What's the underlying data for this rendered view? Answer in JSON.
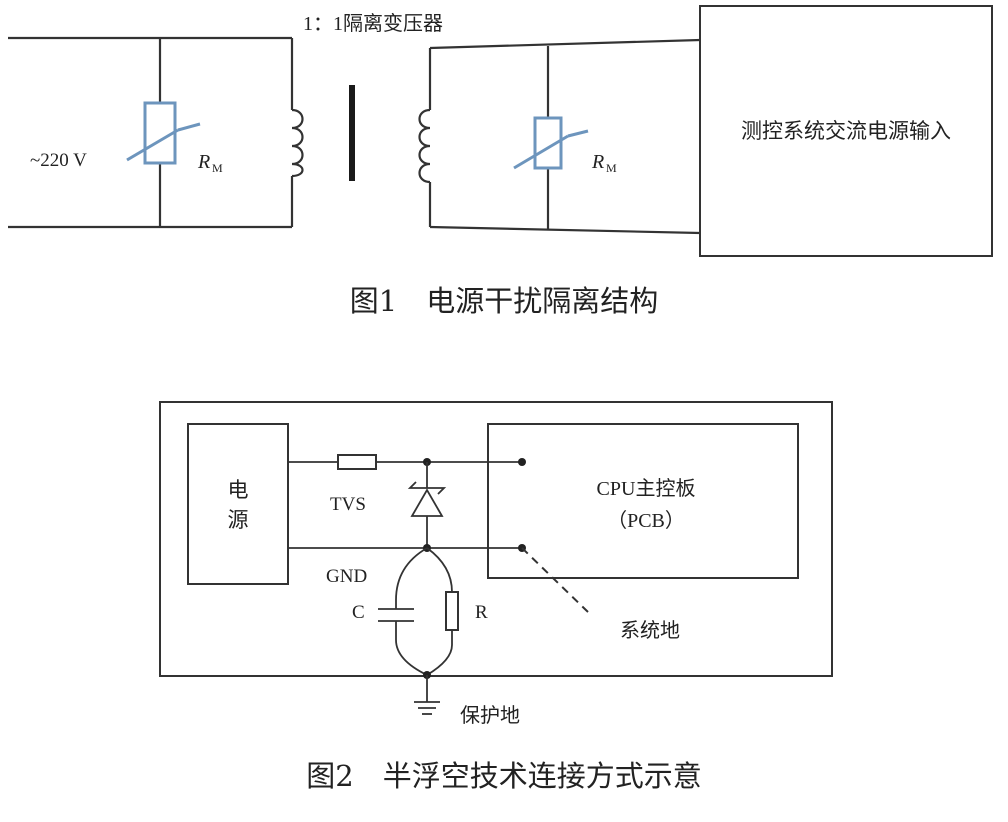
{
  "figure1": {
    "transformer_label": "1：1隔离变压器",
    "source_label": "~220 V",
    "varistor_label_left": "R",
    "varistor_sub_left": "M",
    "varistor_label_right": "R",
    "varistor_sub_right": "M",
    "box_label": "测控系统交流电源输入",
    "caption": "图1　电源干扰隔离结构"
  },
  "figure2": {
    "power_label_line1": "电",
    "power_label_line2": "源",
    "tvs_label": "TVS",
    "gnd_label": "GND",
    "c_label": "C",
    "r_label": "R",
    "cpu_label_line1": "CPU主控板",
    "cpu_label_line2": "（PCB）",
    "system_ground_label": "系统地",
    "protect_ground_label": "保护地",
    "caption": "图2　半浮空技术连接方式示意"
  }
}
